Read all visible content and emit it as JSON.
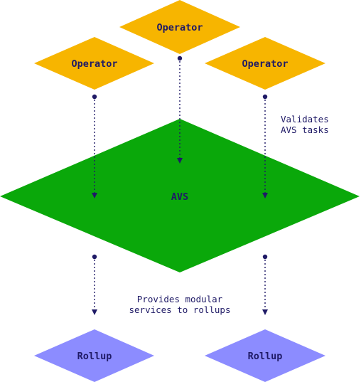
{
  "colors": {
    "operator": "#f7b500",
    "avs": "#0aa80a",
    "rollup": "#8c8cff",
    "ink": "#1f1a66",
    "background": "#ffffff"
  },
  "operators": [
    {
      "label": "Operator"
    },
    {
      "label": "Operator"
    },
    {
      "label": "Operator"
    }
  ],
  "avs": {
    "label": "AVS"
  },
  "rollups": [
    {
      "label": "Rollup"
    },
    {
      "label": "Rollup"
    }
  ],
  "annotations": {
    "validates": [
      "Validates",
      "AVS tasks"
    ],
    "provides": [
      "Provides modular",
      "services to rollups"
    ]
  }
}
